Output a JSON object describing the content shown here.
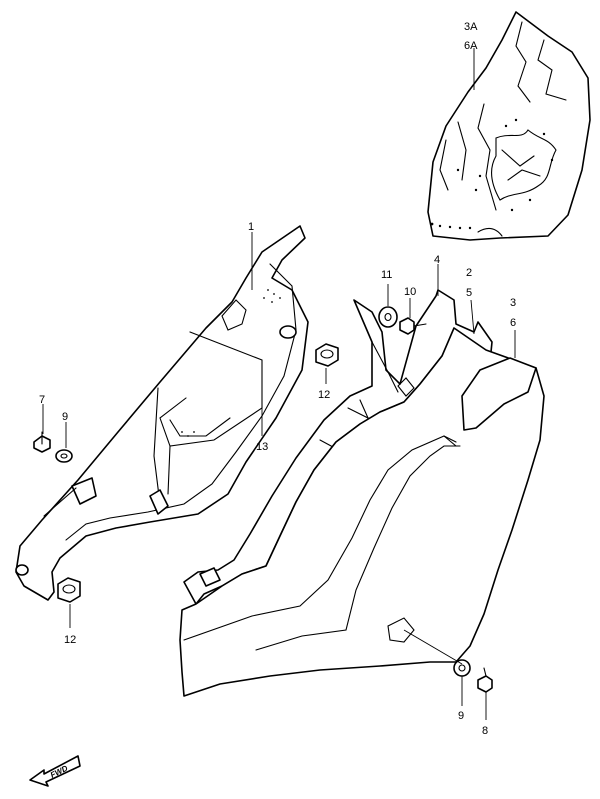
{
  "callouts": {
    "c1": "1",
    "c2": "2",
    "c3": "3",
    "c3a": "3A",
    "c4": "4",
    "c5": "5",
    "c6": "6",
    "c6a": "6A",
    "c7": "7",
    "c8": "8",
    "c9_left": "9",
    "c9_right": "9",
    "c10": "10",
    "c11": "11",
    "c12_upper": "12",
    "c12_lower": "12",
    "c13": "13"
  },
  "direction_mark": {
    "label": "FWD"
  }
}
